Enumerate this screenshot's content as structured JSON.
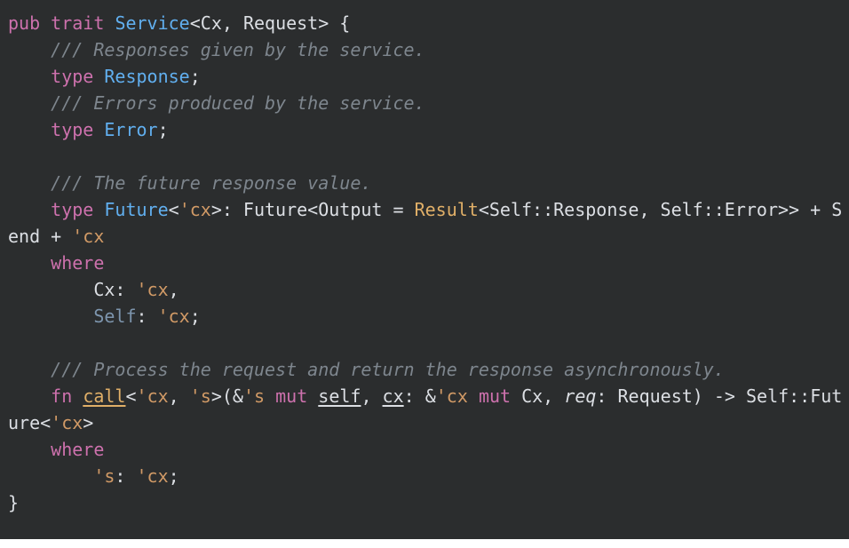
{
  "palette": {
    "background": "#2b2d2e",
    "plain": "#dcdfe4",
    "keyword": "#cd71ad",
    "type": "#61afef",
    "lifetime": "#d19a66",
    "builtin": "#e0af68",
    "comment": "#7e868e",
    "self_type": "#7d95ad"
  },
  "code": {
    "lines": [
      {
        "tokens": [
          [
            "kw",
            "pub"
          ],
          [
            "pl",
            " "
          ],
          [
            "kw",
            "trait"
          ],
          [
            "pl",
            " "
          ],
          [
            "ty",
            "Service"
          ],
          [
            "pl",
            "<Cx, Request> {"
          ]
        ]
      },
      {
        "tokens": [
          [
            "pl",
            "    "
          ],
          [
            "cm",
            "/// Responses given by the service."
          ]
        ]
      },
      {
        "tokens": [
          [
            "pl",
            "    "
          ],
          [
            "kw",
            "type"
          ],
          [
            "pl",
            " "
          ],
          [
            "ty",
            "Response"
          ],
          [
            "pl",
            ";"
          ]
        ]
      },
      {
        "tokens": [
          [
            "pl",
            "    "
          ],
          [
            "cm",
            "/// Errors produced by the service."
          ]
        ]
      },
      {
        "tokens": [
          [
            "pl",
            "    "
          ],
          [
            "kw",
            "type"
          ],
          [
            "pl",
            " "
          ],
          [
            "ty",
            "Error"
          ],
          [
            "pl",
            ";"
          ]
        ]
      },
      {
        "tokens": []
      },
      {
        "tokens": [
          [
            "pl",
            "    "
          ],
          [
            "cm",
            "/// The future response value."
          ]
        ]
      },
      {
        "tokens": [
          [
            "pl",
            "    "
          ],
          [
            "kw",
            "type"
          ],
          [
            "pl",
            " "
          ],
          [
            "ty",
            "Future"
          ],
          [
            "pl",
            "<"
          ],
          [
            "lt",
            "'cx"
          ],
          [
            "pl",
            ">: Future<Output = "
          ],
          [
            "bi",
            "Result"
          ],
          [
            "pl",
            "<Self::Response, Self::Error>> + S"
          ]
        ]
      },
      {
        "tokens": [
          [
            "pl",
            "end + "
          ],
          [
            "lt",
            "'cx"
          ]
        ]
      },
      {
        "tokens": [
          [
            "pl",
            "    "
          ],
          [
            "kw",
            "where"
          ]
        ]
      },
      {
        "tokens": [
          [
            "pl",
            "        Cx: "
          ],
          [
            "lt",
            "'cx"
          ],
          [
            "pl",
            ","
          ]
        ]
      },
      {
        "tokens": [
          [
            "pl",
            "        "
          ],
          [
            "self",
            "Self"
          ],
          [
            "pl",
            ": "
          ],
          [
            "lt",
            "'cx"
          ],
          [
            "pl",
            ";"
          ]
        ]
      },
      {
        "tokens": []
      },
      {
        "tokens": [
          [
            "pl",
            "    "
          ],
          [
            "cm",
            "/// Process the request and return the response asynchronously."
          ]
        ]
      },
      {
        "tokens": [
          [
            "pl",
            "    "
          ],
          [
            "kw",
            "fn"
          ],
          [
            "pl",
            " "
          ],
          [
            "fnlink",
            "call"
          ],
          [
            "pl",
            "<"
          ],
          [
            "lt",
            "'cx"
          ],
          [
            "pl",
            ", "
          ],
          [
            "lt",
            "'s"
          ],
          [
            "pl",
            ">(&"
          ],
          [
            "lt",
            "'s"
          ],
          [
            "pl",
            " "
          ],
          [
            "kw",
            "mut"
          ],
          [
            "pl",
            " "
          ],
          [
            "link",
            "self"
          ],
          [
            "pl",
            ", "
          ],
          [
            "link",
            "cx"
          ],
          [
            "pl",
            ": &"
          ],
          [
            "lt",
            "'cx"
          ],
          [
            "pl",
            " "
          ],
          [
            "kw",
            "mut"
          ],
          [
            "pl",
            " Cx, "
          ],
          [
            "it",
            "req"
          ],
          [
            "pl",
            ": Request) -> Self::Fut"
          ]
        ]
      },
      {
        "tokens": [
          [
            "pl",
            "ure<"
          ],
          [
            "lt",
            "'cx"
          ],
          [
            "pl",
            ">"
          ]
        ]
      },
      {
        "tokens": [
          [
            "pl",
            "    "
          ],
          [
            "kw",
            "where"
          ]
        ]
      },
      {
        "tokens": [
          [
            "pl",
            "        "
          ],
          [
            "lt",
            "'s"
          ],
          [
            "pl",
            ": "
          ],
          [
            "lt",
            "'cx"
          ],
          [
            "pl",
            ";"
          ]
        ]
      },
      {
        "tokens": [
          [
            "pl",
            "}"
          ]
        ]
      }
    ]
  }
}
